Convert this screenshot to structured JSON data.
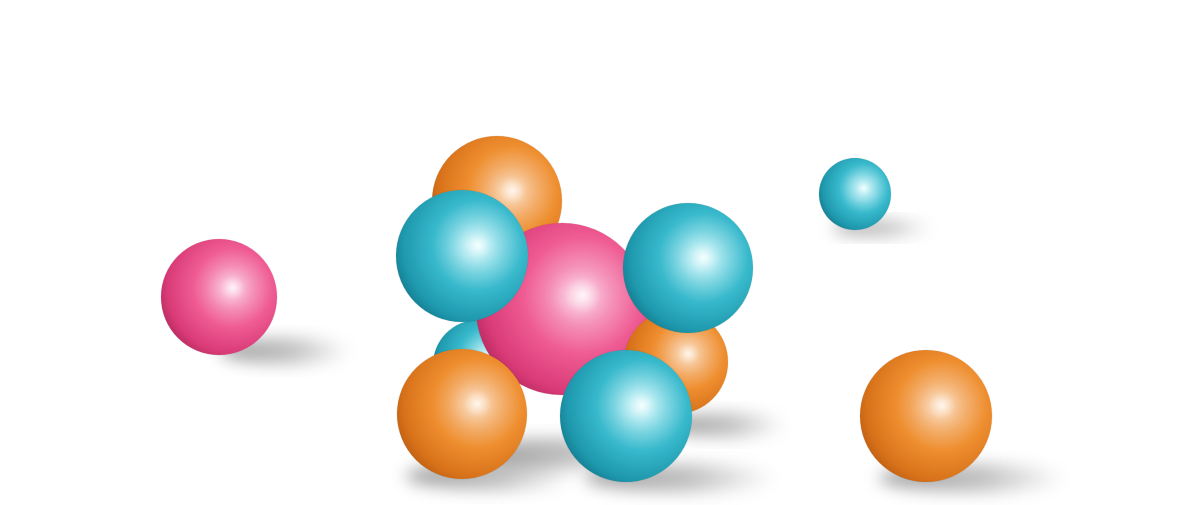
{
  "scene": {
    "background_color": "#ffffff",
    "subject": "glossy spheres",
    "palette": {
      "pink": "#ef5b93",
      "teal": "#38b9cc",
      "orange": "#ee8e2f"
    },
    "spheres": [
      {
        "color": "pink"
      },
      {
        "color": "orange"
      },
      {
        "color": "teal"
      },
      {
        "color": "pink"
      },
      {
        "color": "orange"
      },
      {
        "color": "teal"
      },
      {
        "color": "teal"
      },
      {
        "color": "orange"
      },
      {
        "color": "teal"
      },
      {
        "color": "teal"
      },
      {
        "color": "orange"
      }
    ]
  }
}
